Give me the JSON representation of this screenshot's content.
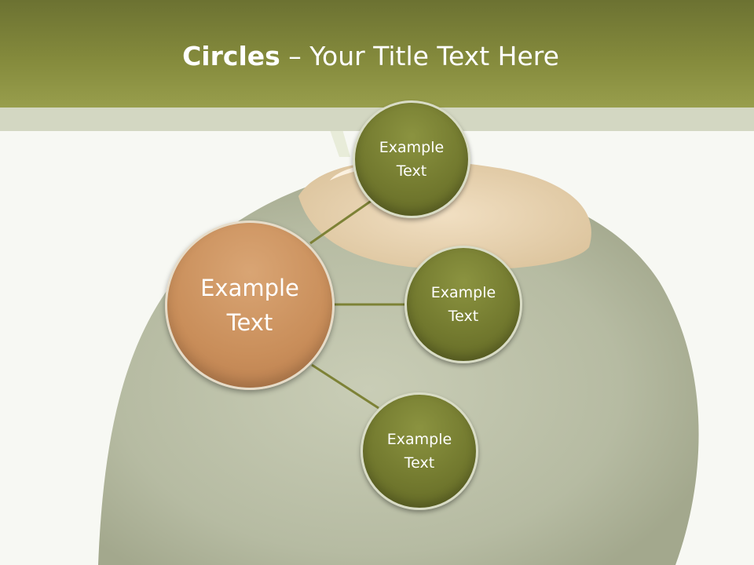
{
  "title": {
    "bold": "Circles",
    "rest": " – Your Title Text Here"
  },
  "center_node": {
    "line1": "Example",
    "line2": "Text"
  },
  "nodes": [
    {
      "line1": "Example",
      "line2": "Text"
    },
    {
      "line1": "Example",
      "line2": "Text"
    },
    {
      "line1": "Example",
      "line2": "Text"
    }
  ],
  "colors": {
    "header": "#7a8036",
    "node_green": "#737a2f",
    "node_orange": "#c98e5a",
    "connector": "#7d8236"
  }
}
